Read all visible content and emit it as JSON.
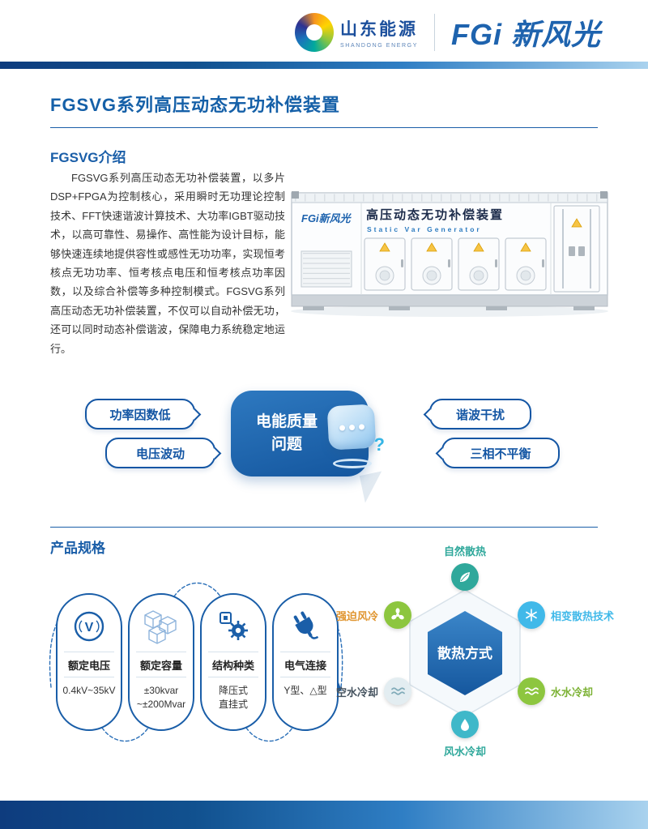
{
  "header": {
    "brand_left": {
      "title": "山东能源",
      "subtitle": "SHANDONG ENERGY"
    },
    "brand_right": "FGi 新风光"
  },
  "title": "FGSVG系列高压动态无功补偿装置",
  "intro": {
    "heading": "FGSVG介绍",
    "body": "FGSVG系列高压动态无功补偿装置，以多片DSP+FPGA为控制核心，采用瞬时无功理论控制技术、FFT快速谐波计算技术、大功率IGBT驱动技术，以高可靠性、易操作、高性能为设计目标，能够快速连续地提供容性或感性无功功率，实现恒考核点无功功率、恒考核点电压和恒考核点功率因数，以及综合补偿等多种控制模式。FGSVG系列高压动态无功补偿装置，不仅可以自动补偿无功，还可以同时动态补偿谐波，保障电力系统稳定地运行。",
    "device": {
      "brand": "FGi新风光",
      "title": "高压动态无功补偿装置",
      "subtitle": "Static Var Generator"
    }
  },
  "quality_diagram": {
    "center_line1": "电能质量",
    "center_line2": "问题",
    "question_mark": "?",
    "bubbles": [
      {
        "label": "功率因数低"
      },
      {
        "label": "电压波动"
      },
      {
        "label": "谐波干扰"
      },
      {
        "label": "三相不平衡"
      }
    ]
  },
  "specs": {
    "heading": "产品规格",
    "items": [
      {
        "label": "额定电压",
        "value": "0.4kV~35kV",
        "icon": "voltmeter-icon",
        "icon_glyph": "V"
      },
      {
        "label": "额定容量",
        "value": "±30kvar\n~±200Mvar",
        "icon": "capacity-cubes-icon"
      },
      {
        "label": "结构种类",
        "value": "降压式\n直挂式",
        "icon": "structure-gear-icon"
      },
      {
        "label": "电气连接",
        "value": "Y型、△型",
        "icon": "plug-icon"
      }
    ]
  },
  "cooling": {
    "center": "散热方式",
    "nodes": [
      {
        "label": "自然散热",
        "position": "top",
        "icon": "leaf-icon",
        "icon_color": "#2FA89B",
        "label_color": "#2FA89B"
      },
      {
        "label": "强迫风冷",
        "position": "top-left",
        "icon": "fan-icon",
        "icon_color": "#8DC63F",
        "label_color": "#E0952F"
      },
      {
        "label": "相变散热技术",
        "position": "top-right",
        "icon": "snowflake-icon",
        "icon_color": "#41B9E9",
        "label_color": "#41B9E9"
      },
      {
        "label": "空水冷却",
        "position": "bottom-left",
        "icon": "air-water-icon",
        "icon_color": "#E3EDF1",
        "label_color": "#44525E"
      },
      {
        "label": "水水冷却",
        "position": "bottom-right",
        "icon": "water-waves-icon",
        "icon_color": "#8DC63F",
        "label_color": "#7CB234"
      },
      {
        "label": "风水冷却",
        "position": "bottom",
        "icon": "water-drop-icon",
        "icon_color": "#3FB8C9",
        "label_color": "#2FA89B"
      }
    ]
  },
  "colors": {
    "primary_blue": "#1A5EA8",
    "title_blue": "#1560A8",
    "bubble_border": "#1456A4",
    "accent_bar_gradient": [
      "#0E3C7E",
      "#2F7EC4",
      "#A9D2EE"
    ],
    "warning_yellow": "#F6C445"
  }
}
